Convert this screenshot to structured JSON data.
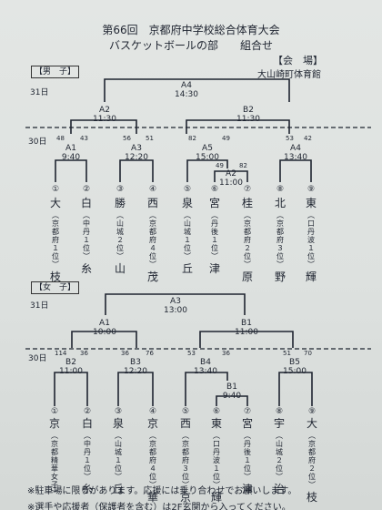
{
  "header": {
    "title_line1": "第66回　京都府中学校総合体育大会",
    "title_line2": "バスケットボールの部　　組合せ"
  },
  "venue": {
    "heading": "【会　場】",
    "name": "大山崎町体育館"
  },
  "boys": {
    "section_label": "【男　子】",
    "day_31": "31日",
    "day_30": "30日",
    "final": {
      "code": "A4",
      "time": "14:30"
    },
    "semis": [
      {
        "code": "A2",
        "time": "11:30"
      },
      {
        "code": "B2",
        "time": "11:30"
      }
    ],
    "r1": [
      {
        "code": "A1",
        "time": "9:40",
        "score_left": "48",
        "score_right": "43"
      },
      {
        "code": "A3",
        "time": "12:20",
        "score_left": "56",
        "score_right": "51"
      },
      {
        "code": "A5",
        "time": "15:00",
        "score_left": "82",
        "score_right": "49"
      },
      {
        "code": "A4",
        "time": "13:40",
        "score_left": "53",
        "score_right": "42"
      }
    ],
    "prelim": {
      "code": "A2",
      "time": "11:00",
      "score_left": "49",
      "score_right": "82"
    },
    "teams": [
      {
        "seed": "①",
        "name1": "大",
        "sub": "（京都府１位）",
        "name2": "枝"
      },
      {
        "seed": "②",
        "name1": "白",
        "sub": "（中丹１位）",
        "name2": "糸"
      },
      {
        "seed": "③",
        "name1": "勝",
        "sub": "（山城２位）",
        "name2": "山"
      },
      {
        "seed": "④",
        "name1": "西",
        "sub": "（京都府４位）",
        "name2": "茂"
      },
      {
        "seed": "⑤",
        "name1": "泉",
        "sub": "（山城１位）",
        "name2": "丘"
      },
      {
        "seed": "⑥",
        "name1": "宮",
        "sub": "（丹後１位）",
        "name2": "津"
      },
      {
        "seed": "⑦",
        "name1": "桂",
        "sub": "（京都府２位）",
        "name2": "原"
      },
      {
        "seed": "⑧",
        "name1": "北",
        "sub": "（京都府３位）",
        "name2": "野"
      },
      {
        "seed": "⑨",
        "name1": "東",
        "sub": "（口丹波１位）",
        "name2": "輝"
      }
    ]
  },
  "girls": {
    "section_label": "【女　子】",
    "day_31": "31日",
    "day_30": "30日",
    "final": {
      "code": "A3",
      "time": "13:00"
    },
    "semis": [
      {
        "code": "A1",
        "time": "10:00"
      },
      {
        "code": "B1",
        "time": "11:00"
      }
    ],
    "r1": [
      {
        "code": "B2",
        "time": "11:00",
        "score_left": "114",
        "score_right": "36"
      },
      {
        "code": "B3",
        "time": "12:20",
        "score_left": "36",
        "score_right": "76"
      },
      {
        "code": "B4",
        "time": "13:40",
        "score_left": "53",
        "score_right": "36"
      },
      {
        "code": "B5",
        "time": "15:00",
        "score_left": "51",
        "score_right": "70"
      }
    ],
    "prelim": {
      "code": "B1",
      "time": "9:40",
      "score_left": "",
      "score_right": ""
    },
    "teams": [
      {
        "seed": "①",
        "name1": "京",
        "sub": "（京都精華女子）",
        "name2": ""
      },
      {
        "seed": "②",
        "name1": "白",
        "sub": "（中丹１位）",
        "name2": "糸"
      },
      {
        "seed": "③",
        "name1": "泉",
        "sub": "（山城１位）",
        "name2": "丘"
      },
      {
        "seed": "④",
        "name1": "京",
        "sub": "（京都府４位）",
        "name2": "華"
      },
      {
        "seed": "⑤",
        "name1": "西",
        "sub": "（京都府３位）",
        "name2": "京"
      },
      {
        "seed": "⑥",
        "name1": "東",
        "sub": "（口丹波１位）",
        "name2": "輝"
      },
      {
        "seed": "⑦",
        "name1": "宮",
        "sub": "（丹後１位）",
        "name2": "津"
      },
      {
        "seed": "⑧",
        "name1": "宇",
        "sub": "（山城２位）",
        "name2": "治"
      },
      {
        "seed": "⑨",
        "name1": "大",
        "sub": "（京都府２位）",
        "name2": "枝"
      }
    ]
  },
  "footer": {
    "note1": "※駐車場に限りがあります。応援には乗り合わせでお願いします。",
    "note2": "※選手や応援者（保護者を含む）は2F玄関から入ってください。"
  }
}
